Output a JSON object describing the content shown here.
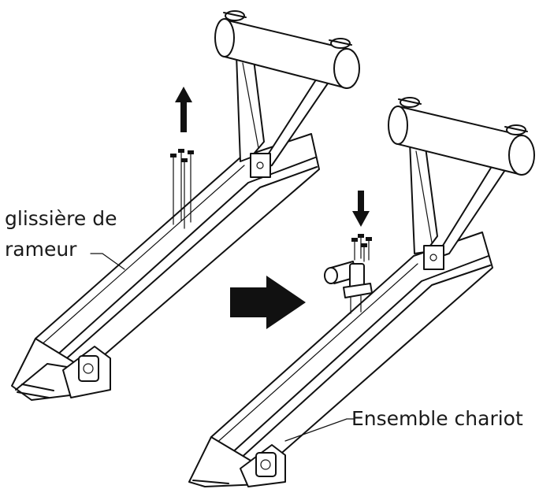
{
  "labels": {
    "rail_line1": "glissière de",
    "rail_line2": "rameur",
    "carriage": "Ensemble chariot"
  }
}
